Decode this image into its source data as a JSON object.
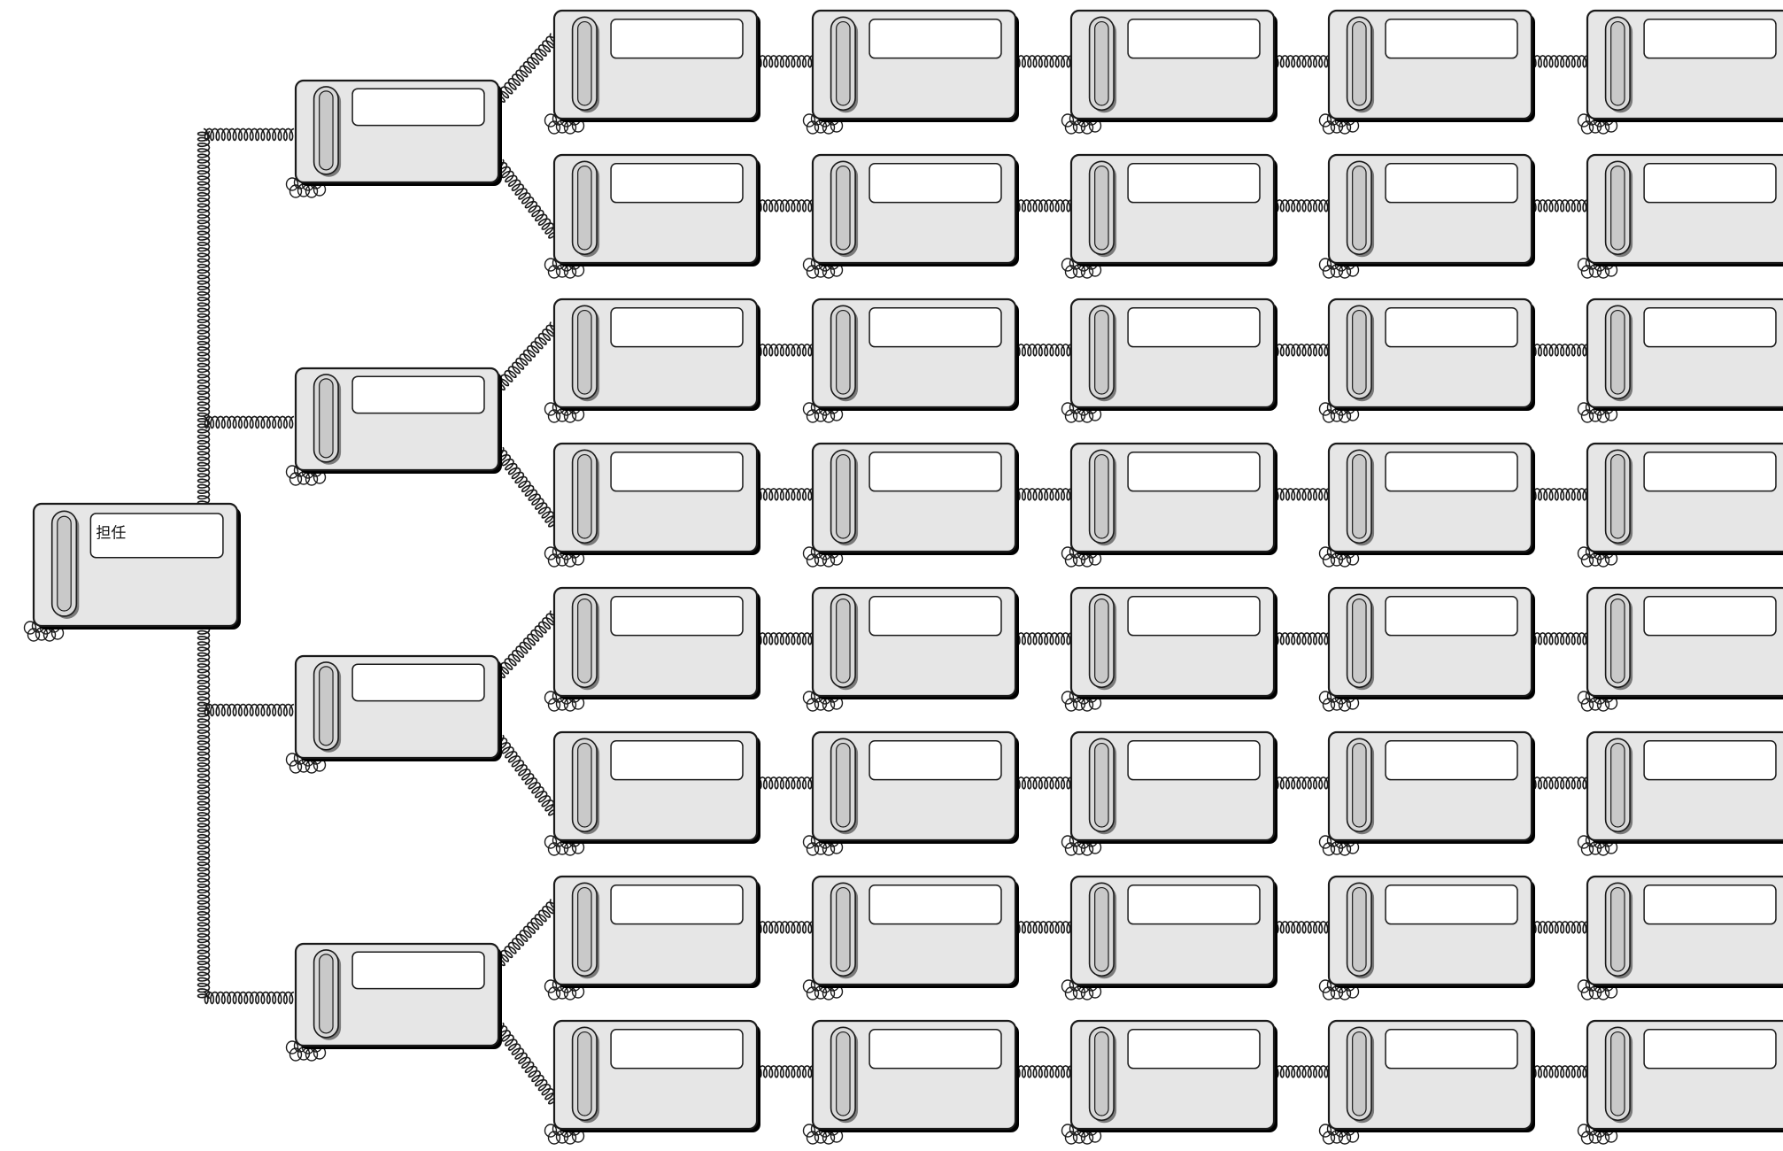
{
  "diagram": {
    "colors": {
      "background": "#ffffff",
      "phone_body": "#e6e6e6",
      "handset": "#d9d9d9",
      "handset_inner": "#c9c9c9",
      "display": "#ffffff",
      "outline": "#1a1a1a",
      "shadow": "#000000"
    },
    "root": {
      "label": "担任",
      "icon": "telephone-icon"
    },
    "branches": [
      {
        "rows": [
          {
            "chain_length": 5
          },
          {
            "chain_length": 5
          }
        ]
      },
      {
        "rows": [
          {
            "chain_length": 5
          },
          {
            "chain_length": 5
          }
        ]
      },
      {
        "rows": [
          {
            "chain_length": 5
          },
          {
            "chain_length": 5
          }
        ]
      },
      {
        "rows": [
          {
            "chain_length": 5
          },
          {
            "chain_length": 5
          }
        ]
      }
    ],
    "connector": "coiled-cord"
  }
}
